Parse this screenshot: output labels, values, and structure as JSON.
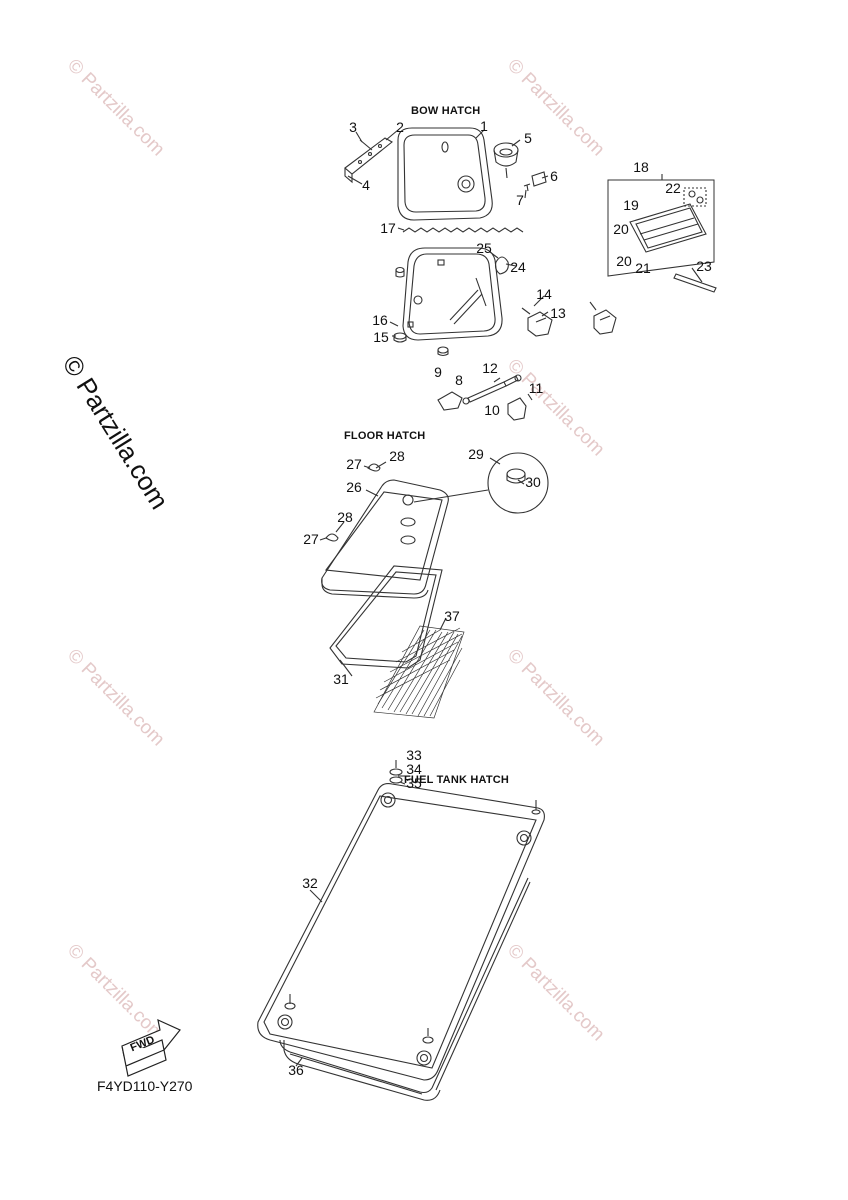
{
  "watermarks": {
    "small": "© Partzilla.com",
    "large": "© Partzilla.com"
  },
  "sections": {
    "bow_hatch": "BOW HATCH",
    "floor_hatch": "FLOOR HATCH",
    "fuel_tank_hatch": "FUEL TANK HATCH"
  },
  "fwd_label": "FWD",
  "diagram_code": "F4YD110-Y270",
  "part_labels": [
    {
      "id": "p1",
      "text": "1"
    },
    {
      "id": "p2",
      "text": "2"
    },
    {
      "id": "p3",
      "text": "3"
    },
    {
      "id": "p4",
      "text": "4"
    },
    {
      "id": "p5",
      "text": "5"
    },
    {
      "id": "p6",
      "text": "6"
    },
    {
      "id": "p7",
      "text": "7"
    },
    {
      "id": "p8",
      "text": "8"
    },
    {
      "id": "p9",
      "text": "9"
    },
    {
      "id": "p10",
      "text": "10"
    },
    {
      "id": "p11",
      "text": "11"
    },
    {
      "id": "p12",
      "text": "12"
    },
    {
      "id": "p13",
      "text": "13"
    },
    {
      "id": "p14",
      "text": "14"
    },
    {
      "id": "p15",
      "text": "15"
    },
    {
      "id": "p16",
      "text": "16"
    },
    {
      "id": "p17",
      "text": "17"
    },
    {
      "id": "p18",
      "text": "18"
    },
    {
      "id": "p19",
      "text": "19"
    },
    {
      "id": "p20a",
      "text": "20"
    },
    {
      "id": "p20b",
      "text": "20"
    },
    {
      "id": "p21",
      "text": "21"
    },
    {
      "id": "p22",
      "text": "22"
    },
    {
      "id": "p23",
      "text": "23"
    },
    {
      "id": "p24",
      "text": "24"
    },
    {
      "id": "p25",
      "text": "25"
    },
    {
      "id": "p26",
      "text": "26"
    },
    {
      "id": "p27a",
      "text": "27"
    },
    {
      "id": "p27b",
      "text": "27"
    },
    {
      "id": "p28a",
      "text": "28"
    },
    {
      "id": "p28b",
      "text": "28"
    },
    {
      "id": "p29",
      "text": "29"
    },
    {
      "id": "p30",
      "text": "30"
    },
    {
      "id": "p31",
      "text": "31"
    },
    {
      "id": "p32",
      "text": "32"
    },
    {
      "id": "p33",
      "text": "33"
    },
    {
      "id": "p34",
      "text": "34"
    },
    {
      "id": "p35",
      "text": "35"
    },
    {
      "id": "p36",
      "text": "36"
    },
    {
      "id": "p37",
      "text": "37"
    }
  ]
}
